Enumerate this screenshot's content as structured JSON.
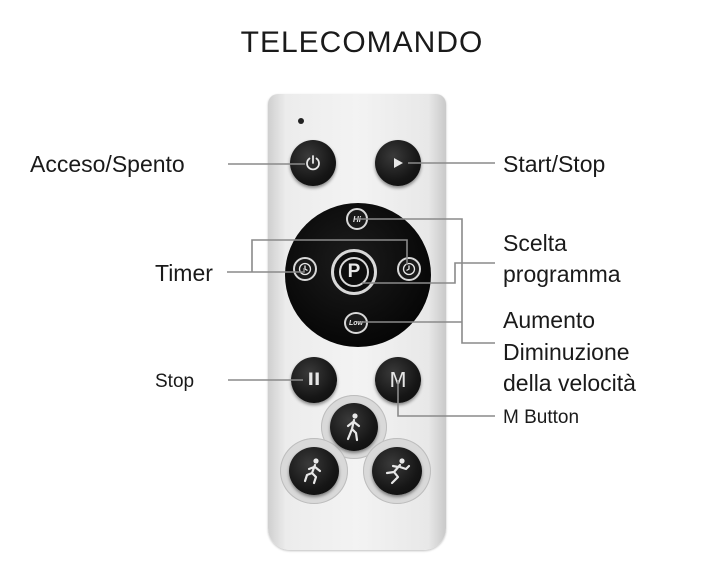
{
  "title": "TELECOMANDO",
  "labels": {
    "power": "Acceso/Spento",
    "start_stop": "Start/Stop",
    "timer": "Timer",
    "program": [
      "Scelta",
      "programma"
    ],
    "speed": [
      "Aumento",
      "Diminuzione",
      "della velocità"
    ],
    "stop": "Stop",
    "m_button": "M Button"
  },
  "remote": {
    "hi_text": "Hi",
    "low_text": "Low",
    "program_text": "P",
    "pause_text": "II",
    "m_text": "M"
  },
  "colors": {
    "remote_body": "#f3f3f3",
    "button": "#161616",
    "line": "#8a8a8a",
    "text": "#1a1a1a"
  }
}
